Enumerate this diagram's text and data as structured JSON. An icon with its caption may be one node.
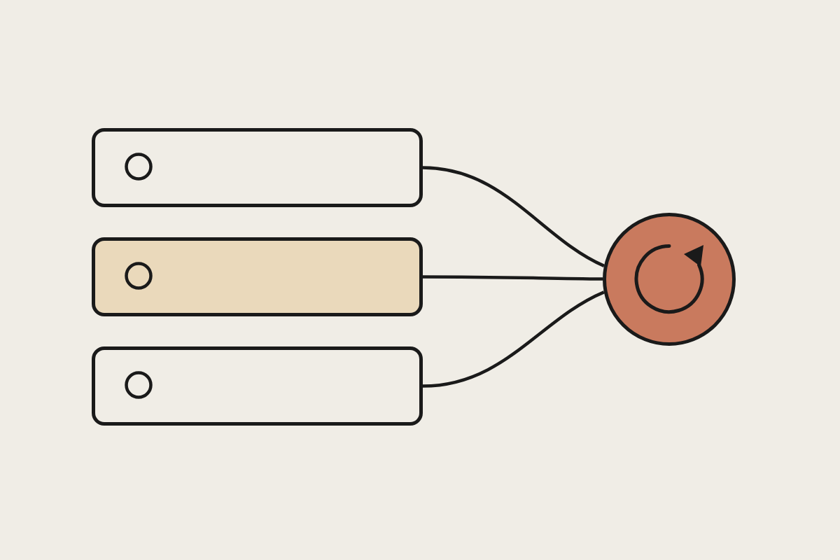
{
  "diagram": {
    "nodes": [
      {
        "text": [],
        "shape": "box"
      },
      {
        "text": [],
        "shape": "box"
      },
      {
        "text": [],
        "shape": "box"
      },
      {
        "text": [],
        "shape": "circle"
      }
    ],
    "edges": [
      {
        "from": 0,
        "to": 3,
        "arrow": "none"
      },
      {
        "from": 1,
        "to": 3,
        "arrow": "none"
      },
      {
        "from": 2,
        "to": 3,
        "arrow": "none"
      }
    ]
  }
}
